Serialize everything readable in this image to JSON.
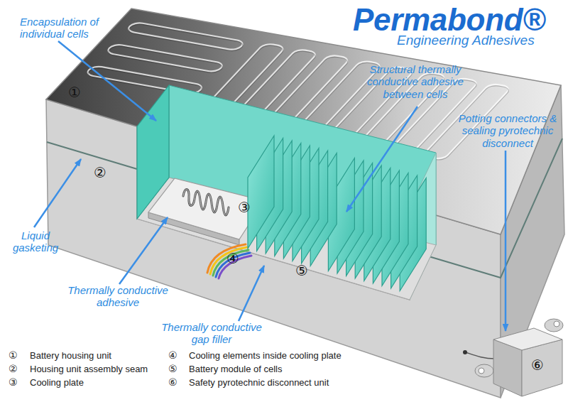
{
  "diagram": {
    "labels": [
      "Permabond®",
      "Engineering Adhesives",
      "Encapsulation of individual cells",
      "Structural thermally conductive adhesive between cells",
      "Potting connectors & sealing pyrotechnic disconnect",
      "Liquid gasketing",
      "Thermally conductive adhesive",
      "Thermally conductive gap filler",
      "①",
      "②",
      "③",
      "④",
      "⑤",
      "⑥",
      "①",
      "Battery housing unit",
      "②",
      "Housing unit assembly seam",
      "③",
      "Cooling plate",
      "④",
      "Cooling elements inside cooling plate",
      "⑤",
      "Battery module of cells",
      "⑥",
      "Safety pyrotechnic disconnect unit"
    ]
  }
}
